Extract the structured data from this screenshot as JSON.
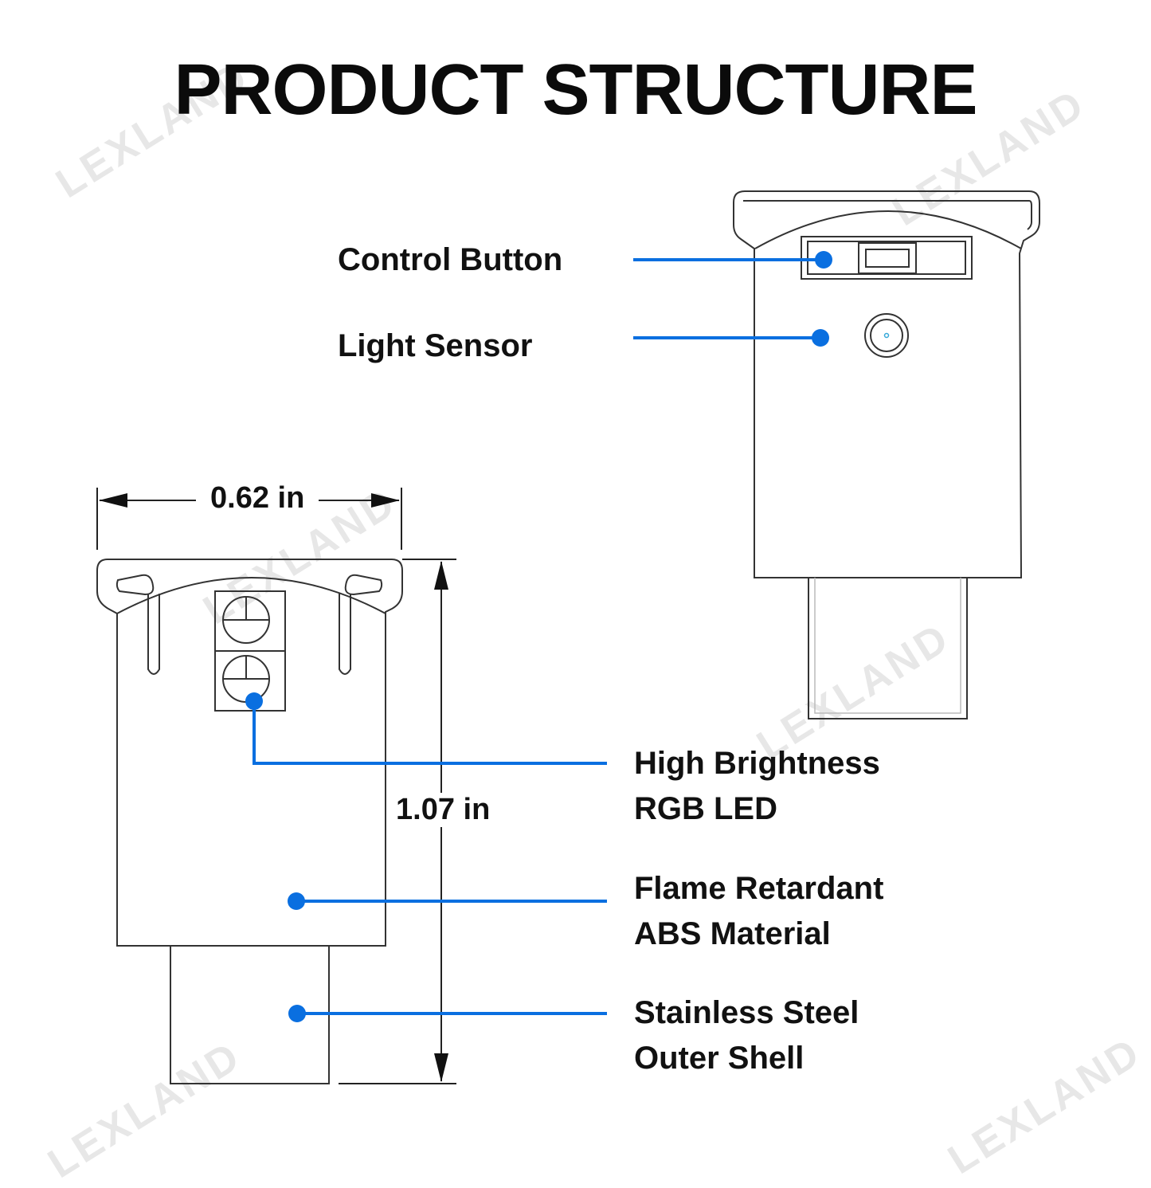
{
  "title": "PRODUCT STRUCTURE",
  "watermark": "LEXLAND",
  "accent_color": "#0a6fe0",
  "labels": {
    "control_button": "Control Button",
    "light_sensor": "Light Sensor",
    "rgb_led_line1": "High Brightness",
    "rgb_led_line2": "RGB LED",
    "abs_line1": "Flame Retardant",
    "abs_line2": "ABS Material",
    "steel_line1": "Stainless Steel",
    "steel_line2": "Outer Shell"
  },
  "dimensions": {
    "width": "0.62 in",
    "height": "1.07 in"
  }
}
